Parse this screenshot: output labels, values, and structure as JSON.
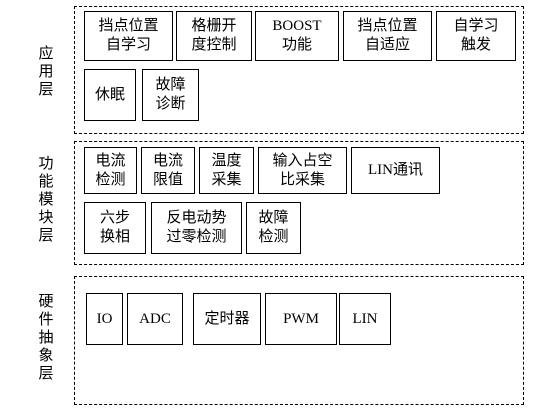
{
  "layers": [
    {
      "label": "应用层",
      "modules": [
        "挡点位置\n自学习",
        "格栅开\n度控制",
        "BOOST\n功能",
        "挡点位置\n自适应",
        "自学习\n触发",
        "休眠",
        "故障\n诊断"
      ]
    },
    {
      "label": "功能模块层",
      "modules": [
        "电流\n检测",
        "电流\n限值",
        "温度\n采集",
        "输入占空\n比采集",
        "LIN通讯",
        "六步\n换相",
        "反电动势\n过零检测",
        "故障\n检测"
      ]
    },
    {
      "label": "硬件抽象层",
      "modules": [
        "IO",
        "ADC",
        "定时器",
        "PWM",
        "LIN"
      ]
    }
  ]
}
